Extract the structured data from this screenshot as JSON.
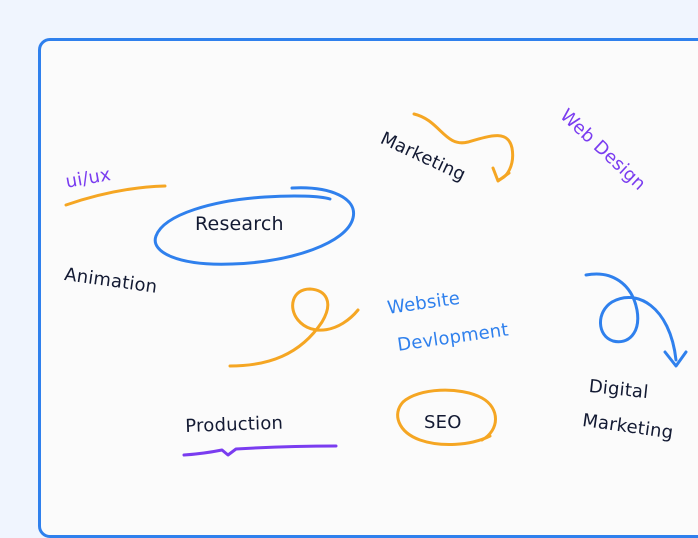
{
  "colors": {
    "background": "#f0f5fe",
    "board": "#fbfbfb",
    "board_border": "#2f80ed",
    "text_dark": "#131a33",
    "accent_blue": "#2f80ed",
    "accent_orange": "#f5a623",
    "accent_purple": "#7a3cf0"
  },
  "tags": {
    "uiux": "ui/ux",
    "research": "Research",
    "animation": "Animation",
    "marketing": "Marketing",
    "web_design": "Web Design",
    "website_line1": "Website",
    "website_line2": "Devlopment",
    "production": "Production",
    "seo": "SEO",
    "digital_line1": "Digital",
    "digital_line2": "Marketing"
  },
  "doodles": [
    "underline-stroke",
    "ellipse-circle",
    "squiggle-arrow",
    "loop-curve",
    "scribble-underline",
    "circle-scribble",
    "loop-arrow"
  ]
}
